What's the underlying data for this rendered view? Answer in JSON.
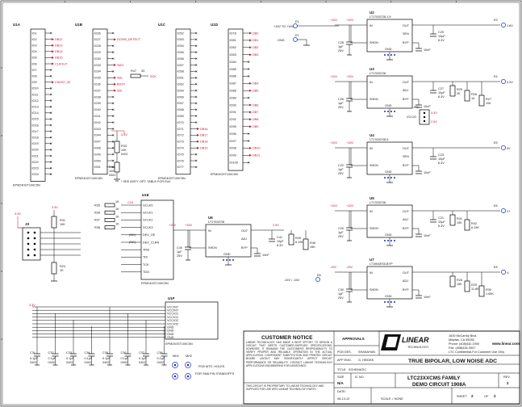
{
  "colors": {
    "net": "#c8102e",
    "port": "#1a2fb5",
    "line": "#000000",
    "power": "#c8102e"
  },
  "u1": [
    {
      "ref": "U1A",
      "pins": [
        "IO1",
        "IO2",
        "IO3",
        "IO4",
        "IO5",
        "IO6",
        "IO7",
        "IO8",
        "IO9",
        "IO10",
        "IO11",
        "IO12",
        "IO13",
        "IO14",
        "IO15",
        "IO16",
        "IO17",
        "IO18",
        "IO19",
        "IO20",
        "IO21",
        "IO22",
        "IO23",
        "IO24"
      ],
      "nets": {
        "1": "DB12",
        "2": "DB13",
        "3": "DB14",
        "4": "DB15",
        "5": "CLKOUT",
        "8": "CNVST_33"
      },
      "part": "EPM240GT100C5N"
    },
    {
      "ref": "U1B",
      "pins": [
        "IO26",
        "IO27",
        "IO28",
        "IO29",
        "IO30",
        "IO33",
        "IO34",
        "IO35",
        "IO36",
        "IO37",
        "IO38",
        "IO39",
        "IO40",
        "IO41",
        "IO42",
        "IO43",
        "IO44",
        "IO47",
        "IO48",
        "IO49",
        "IO50",
        "IO51"
      ],
      "nets": {
        "1": "DC590_DETECT",
        "5": "SDO",
        "7": "SDL",
        "8": "BUSY",
        "9": "SDI"
      },
      "part": "EPM240GT100C5N"
    },
    {
      "ref": "U1C",
      "pins": [
        "IO52",
        "IO53",
        "IO54",
        "IO55",
        "IO56",
        "IO57",
        "IO58",
        "IO61",
        "IO62",
        "IO64",
        "IO66",
        "IO67",
        "IO68",
        "IO69",
        "IO70",
        "IO71",
        "IO72",
        "IO73",
        "IO74",
        "IO75",
        "IO76",
        "IO77"
      ],
      "nets": {
        "15": "DB16",
        "16": "DB17",
        "17": "DB18",
        "18": "DB19"
      },
      "part": "EPM240GT100C5N"
    },
    {
      "ref": "U1D",
      "pins": [
        "IO78",
        "IO81",
        "IO82",
        "IO83",
        "IO84",
        "IO85",
        "IO86",
        "IO87",
        "IO88",
        "IO89",
        "IO90",
        "IO91",
        "IO92",
        "IO95",
        "IO96",
        "IO97",
        "IO98",
        "IO99",
        "IO100"
      ],
      "nets": {
        "0": "DB0",
        "1": "DB1",
        "2": "DB2",
        "3": "DB3",
        "7": "DB4",
        "8": "DB5",
        "10": "DB6",
        "11": "DB7",
        "12": "DB8",
        "13": "DB9",
        "16": "DB10",
        "17": "DB11"
      },
      "part": "EPM240GT100C5N"
    }
  ],
  "u1b_labels": {
    "sck": "SCK",
    "r47": "R47",
    "r47v": "33",
    "note": "* SEE ASS'Y OPT. TABLE FOR R44"
  },
  "u1b_res": [
    {
      "ref": "R33",
      "val": "10K",
      "sz": "0402"
    },
    {
      "ref": "R44",
      "val": "100",
      "sz": "0402",
      "pre": "*"
    }
  ],
  "u1e": {
    "ref": "U1E",
    "pins": [
      "GCLK0",
      "GCLK1",
      "GCLK2",
      "GCLK3",
      "DEV_OE",
      "DEV_CLRN",
      "TMS",
      "TDI",
      "TCK",
      "TDO"
    ],
    "part": "EPM240GT100C5N",
    "res": [
      "R35",
      "R36",
      "R37",
      "R38"
    ],
    "resv": "1K",
    "nc": "(NC)",
    "clk": "CLK"
  },
  "u1f": {
    "ref": "U1F",
    "pins": [
      "VCCINT",
      "VCCINT",
      "VCCIO1",
      "VCCIO1",
      "VCCIO2",
      "VCCIO2",
      "GND",
      "GND",
      "GND",
      "GND"
    ],
    "part": "EPM240GT100C5N"
  },
  "jtag": {
    "ref": "J3",
    "v": "3.3V",
    "r": [
      {
        "ref": "R31",
        "val": "10K"
      },
      {
        "ref": "R24",
        "val": "1K"
      }
    ]
  },
  "caps_bottom": [
    "C31",
    "C32",
    "C33",
    "C34",
    "C35",
    "C36",
    "C37",
    "C38"
  ],
  "caps_bottom_v": "0.1µF",
  "caps_bottom_sz": "0402",
  "mounting": {
    "refs": [
      "MH1",
      "MH2",
      "MH3",
      "MH4"
    ],
    "l1": "PCB MTG. HOLES",
    "l2": "FOR SMA PIN STANDOFFS"
  },
  "power": {
    "p15": "+15V",
    "p33": "3.3V",
    "p25": "+2.5V",
    "n15": "-15V",
    "m15": "-15V",
    "p5": "+5V",
    "m5": "-5V",
    "gnd": "GND",
    "vcco": "VCCO"
  },
  "inputs": {
    "vplus": "+15V TO +18V",
    "vgnd": "GND",
    "vminus": "-15V / -15V",
    "e_refs": [
      "E1",
      "E2",
      "E3",
      "E4",
      "E5",
      "E6",
      "E7",
      "E8"
    ]
  },
  "regs": [
    {
      "ref": "U2",
      "part": "LT1763CS8-1.8",
      "pins": [
        "IN",
        "SHDN",
        "OUT",
        "SEN",
        "BYP",
        "GND"
      ],
      "out": "1.8V",
      "c_in": "C28",
      "c_out": "C29"
    },
    {
      "ref": "U3",
      "part": "LT1763CS8",
      "pins": [
        "IN",
        "SHDN",
        "OUT",
        "ADJ",
        "BYP",
        "GND"
      ],
      "out": "3.3V",
      "c_in": "C26",
      "c_out": "C27",
      "r": [
        "R25",
        "R26",
        "R27"
      ]
    },
    {
      "ref": "U4",
      "part": "LT1763CS8-5",
      "pins": [
        "IN",
        "SHDN",
        "OUT",
        "SEN",
        "BYP",
        "GND"
      ],
      "out": "5V",
      "c_in": "C22",
      "c_out": "C23"
    },
    {
      "ref": "U5",
      "part": "LT1763CS8",
      "pins": [
        "IN",
        "SHDN",
        "OUT",
        "ADJ",
        "BYP",
        "GND"
      ],
      "out": "V+",
      "c_in": "C20",
      "c_out": "C21",
      "r": [
        "R41",
        "R42"
      ]
    },
    {
      "ref": "U6",
      "part": "LT1763CS8",
      "pins": [
        "IN",
        "SHDN",
        "OUT",
        "ADJ",
        "BYP",
        "GND"
      ],
      "out": "2.5V",
      "c_in": "C40",
      "c_out": "C41",
      "r": [
        "R45",
        "R46"
      ]
    },
    {
      "ref": "U7",
      "part": "LT1964ES5-BYP",
      "pins": [
        "IN",
        "SHDN",
        "OUT",
        "ADJ",
        "BYP",
        "GND"
      ],
      "out": "V-",
      "c_in": "C30",
      "r": [
        "R28",
        "R29",
        "R30"
      ]
    }
  ],
  "reg_vals": {
    "c1u": "1µF",
    "c10u": "10µF",
    "c10n": "10nF",
    "v6": "6.3V",
    "v25": "25V",
    "v16": "16V",
    "r": [
      "1.65K",
      "2K",
      "1K",
      "10K",
      "6.19K",
      "15K",
      "11.8K"
    ]
  },
  "jumper": {
    "ref": "JP3",
    "opts": [
      "3.3V",
      "2.5V"
    ],
    "label": "VCCIO"
  },
  "notice": {
    "title": "CUSTOMER NOTICE",
    "body": "LINEAR TECHNOLOGY HAS MADE A BEST EFFORT TO DESIGN A CIRCUIT THAT MEETS CUSTOMER-SUPPLIED SPECIFICATIONS; HOWEVER, IT REMAINS THE CUSTOMER'S RESPONSIBILITY TO VERIFY PROPER AND RELIABLE OPERATION IN THE ACTUAL APPLICATION. COMPONENT SUBSTITUTION AND PRINTED CIRCUIT BOARD LAYOUT MAY SIGNIFICANTLY AFFECT CIRCUIT PERFORMANCE OR RELIABILITY. CONTACT LINEAR TECHNOLOGY APPLICATIONS ENGINEERING FOR ASSISTANCE.",
    "footer": "THIS CIRCUIT IS PROPRIETARY TO LINEAR TECHNOLOGY AND SUPPLIED FOR USE WITH LINEAR TECHNOLOGY PARTS."
  },
  "approvals": {
    "title": "APPROVALS",
    "pcb": "PCB DES.",
    "pcb_v": "SHANAHAN",
    "app": "APP ENG.",
    "app_v": "G. HEIDKE"
  },
  "company": {
    "logo": "LINEAR",
    "logo2": "TECHNOLOGY",
    "addr1": "1630 McCarthy Blvd.",
    "addr2": "Milpitas, CA 95035",
    "phone": "Phone: (408)432-1900",
    "url": "www.linear.com",
    "fax": "Fax: (408)434-0507",
    "conf": "LTC Confidential-For Customer Use Only"
  },
  "title_block": {
    "headline": "TRUE BIPOLAR, LOW NOISE ADC",
    "title_label": "TITLE:",
    "title_v": "SCHEMATIC",
    "size_label": "SIZE",
    "size_v": "N/A",
    "icno_label": "IC NO.",
    "title2": "LTC23XXCMS FAMILY",
    "title3": "DEMO CIRCUIT 1908A",
    "rev_label": "REV.",
    "rev_v": "2",
    "date_label": "DATE:",
    "date_v": "08-13-12",
    "scale": "SCALE = NONE",
    "sheet": "SHEET",
    "sheet_v": "2",
    "of": "OF",
    "of_v": "2"
  }
}
